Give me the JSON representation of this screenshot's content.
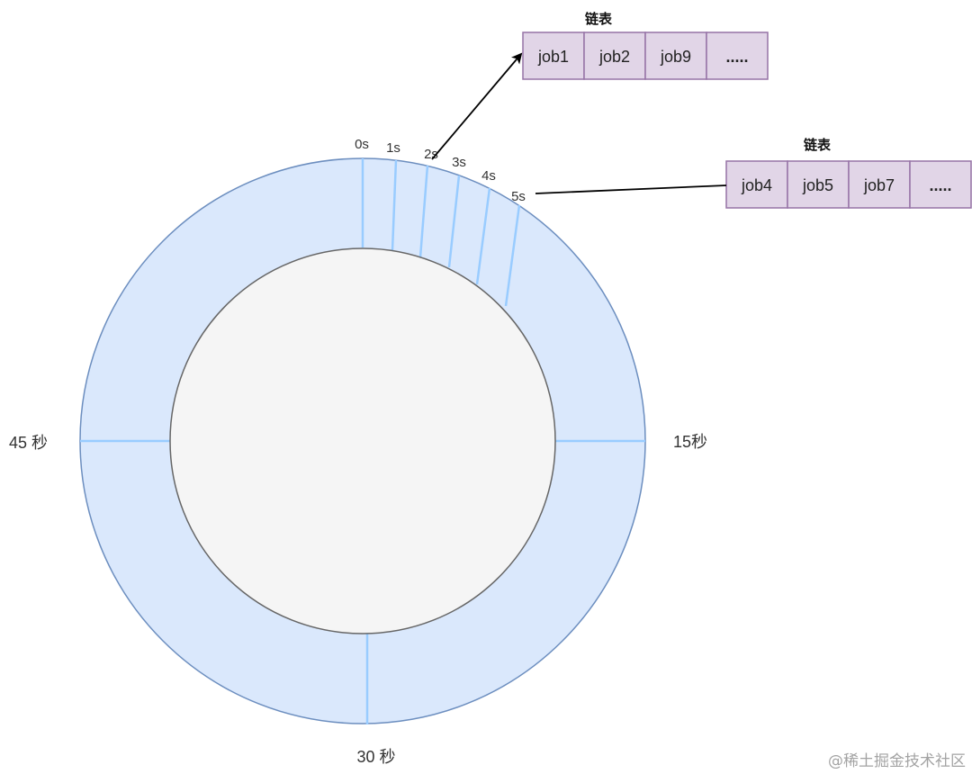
{
  "colors": {
    "ring_fill": "#dae8fc",
    "ring_stroke": "#6c8ebf",
    "inner_fill": "#f5f5f5",
    "inner_stroke": "#666666",
    "tick_stroke": "#99ccff",
    "cell_fill": "#e1d5e7",
    "cell_stroke": "#9673a6",
    "arrow_color": "#000000"
  },
  "wheel": {
    "slot_labels": [
      "0s",
      "1s",
      "2s",
      "3s",
      "4s",
      "5s"
    ],
    "quarter_labels": {
      "right": "15秒",
      "bottom": "30 秒",
      "left": "45 秒"
    }
  },
  "lists": [
    {
      "title": "链表",
      "cells": [
        "job1",
        "job2",
        "job9",
        "....."
      ]
    },
    {
      "title": "链表",
      "cells": [
        "job4",
        "job5",
        "job7",
        "....."
      ]
    }
  ],
  "watermark": "@稀土掘金技术社区"
}
